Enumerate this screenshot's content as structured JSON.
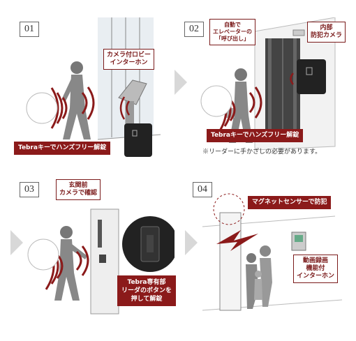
{
  "steps": [
    {
      "number": "01",
      "callouts": {
        "device": "カメラ付ロビー\nインターホン",
        "key": "Tebraキーでハンズフリー解錠"
      }
    },
    {
      "number": "02",
      "callouts": {
        "elevator": "自動で\nエレベーターの\n「呼び出し」",
        "camera": "内部\n防犯カメラ",
        "key": "Tebraキーでハンズフリー解錠"
      },
      "note": "※リーダーに手かざしの必要があります。"
    },
    {
      "number": "03",
      "callouts": {
        "door_camera": "玄関前\nカメラで確認",
        "unlock": "Tebra専有部\nリーダのボタンを\n押して解錠"
      }
    },
    {
      "number": "04",
      "callouts": {
        "sensor": "マグネットセンサーで防犯",
        "intercom": "動画録画\n機能付\nインターホン"
      }
    }
  ],
  "colors": {
    "accent": "#8b1a1a",
    "arrow": "#d8d8d8"
  }
}
